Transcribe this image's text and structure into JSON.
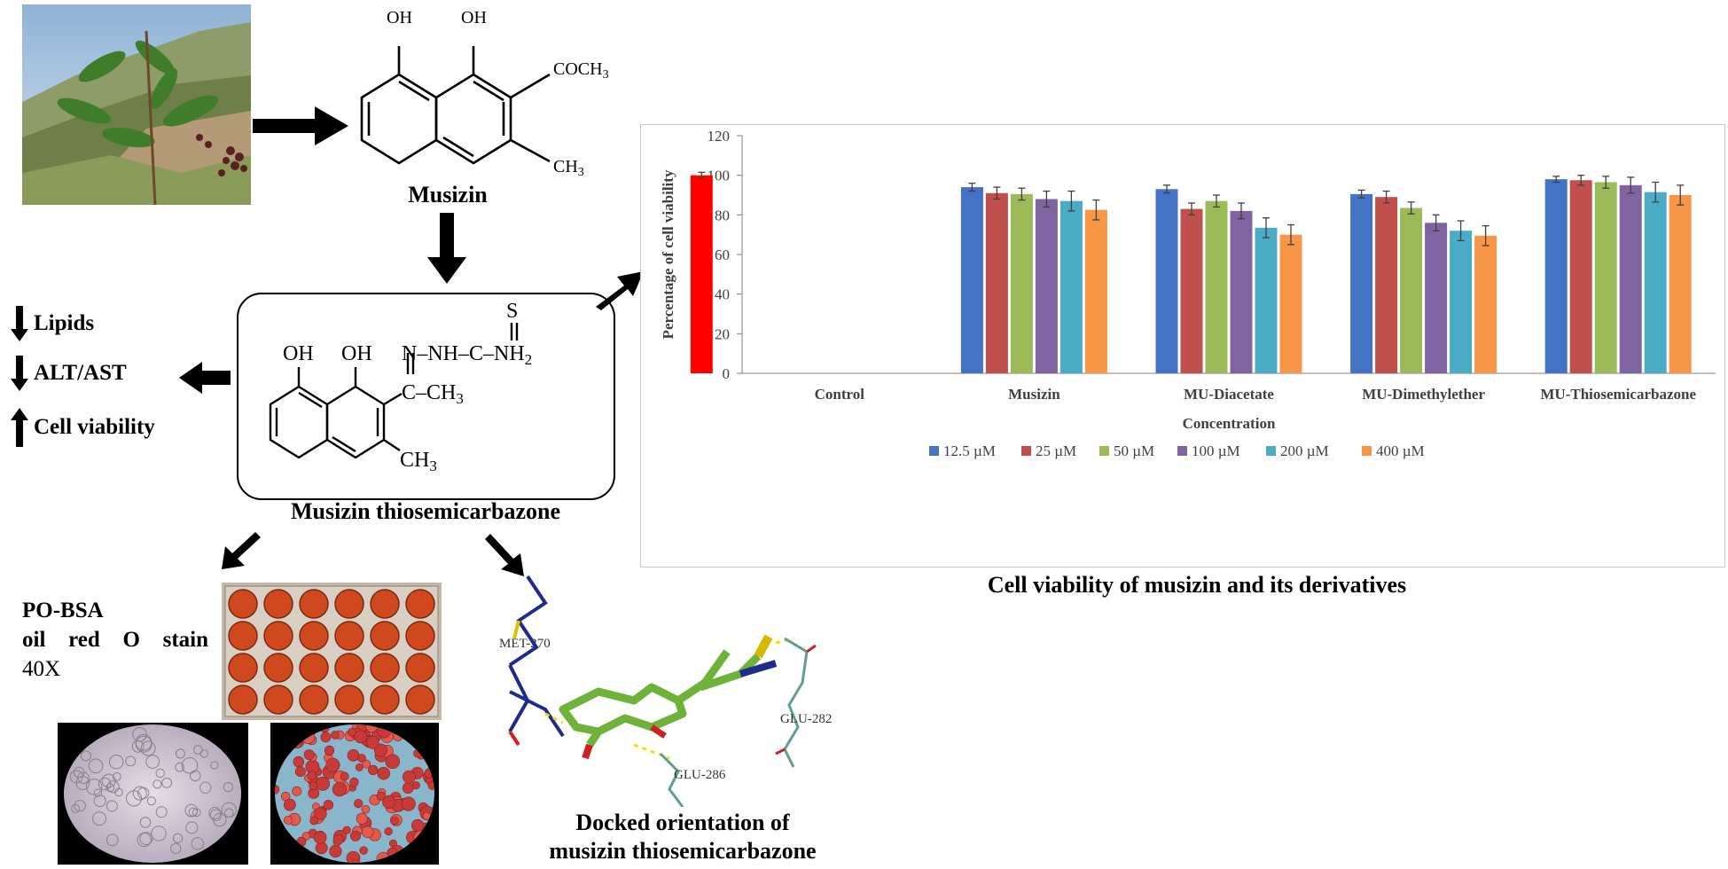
{
  "musizin": {
    "oh1": "OH",
    "oh2": "OH",
    "acetyl": "COCH",
    "acetyl_sub": "3",
    "methyl": "CH",
    "methyl_sub": "3",
    "label": "Musizin"
  },
  "thiosemicarbazone": {
    "oh1": "OH",
    "oh2": "OH",
    "s": "S",
    "chain": "N–NH–C–NH",
    "chain_sub": "2",
    "ch3_side": "C–CH",
    "ch3_side_sub": "3",
    "ch3_ring": "CH",
    "ch3_ring_sub": "3",
    "label": "Musizin thiosemicarbazone"
  },
  "effects": [
    {
      "direction": "down",
      "label": "Lipids"
    },
    {
      "direction": "down",
      "label": "ALT/AST"
    },
    {
      "direction": "up",
      "label": "Cell viability"
    }
  ],
  "po_bsa": {
    "line1": "PO-BSA",
    "line2": "oil red O stain",
    "line3": "40X"
  },
  "docking": {
    "residues": [
      "MET-270",
      "GLU-282",
      "GLU-286"
    ],
    "caption_line1": "Docked orientation of",
    "caption_line2": "musizin thiosemicarbazone"
  },
  "chart_caption": "Cell viability of musizin and its derivatives",
  "colors": {
    "control": "#ff0000",
    "s1": "#4472c4",
    "s2": "#c0504d",
    "s3": "#9bbb59",
    "s4": "#8064a2",
    "s5": "#4bacc6",
    "s6": "#f79646"
  },
  "chart_data": {
    "type": "bar",
    "categories": [
      "Control",
      "Musizin",
      "MU-Diacetate",
      "MU-Dimethylether",
      "MU-Thiosemicarbazone"
    ],
    "xlabel": "Concentration",
    "ylabel": "Percentage of cell viability",
    "ylim": [
      0,
      120
    ],
    "yticks": [
      0,
      20,
      40,
      60,
      80,
      100,
      120
    ],
    "grid": false,
    "legend_position": "bottom",
    "control": {
      "value": 100,
      "error": 1.5
    },
    "series": [
      {
        "name": "12.5 µM",
        "values": [
          null,
          94,
          93,
          90.5,
          98
        ],
        "errors": [
          null,
          2,
          2,
          2,
          1.5
        ]
      },
      {
        "name": "25 µM",
        "values": [
          null,
          91,
          83,
          89,
          97.5
        ],
        "errors": [
          null,
          3,
          3,
          3,
          2.5
        ]
      },
      {
        "name": "50 µM",
        "values": [
          null,
          90.5,
          87,
          83.5,
          96.5
        ],
        "errors": [
          null,
          3,
          3,
          3,
          3
        ]
      },
      {
        "name": "100 µM",
        "values": [
          null,
          88,
          82,
          76,
          95
        ],
        "errors": [
          null,
          4,
          4,
          4,
          4
        ]
      },
      {
        "name": "200 µM",
        "values": [
          null,
          87,
          73.5,
          72,
          91.5
        ],
        "errors": [
          null,
          5,
          5,
          5,
          5
        ]
      },
      {
        "name": "400 µM",
        "values": [
          null,
          82.5,
          70,
          69.5,
          90
        ],
        "errors": [
          null,
          5,
          5,
          5,
          5
        ]
      }
    ]
  }
}
